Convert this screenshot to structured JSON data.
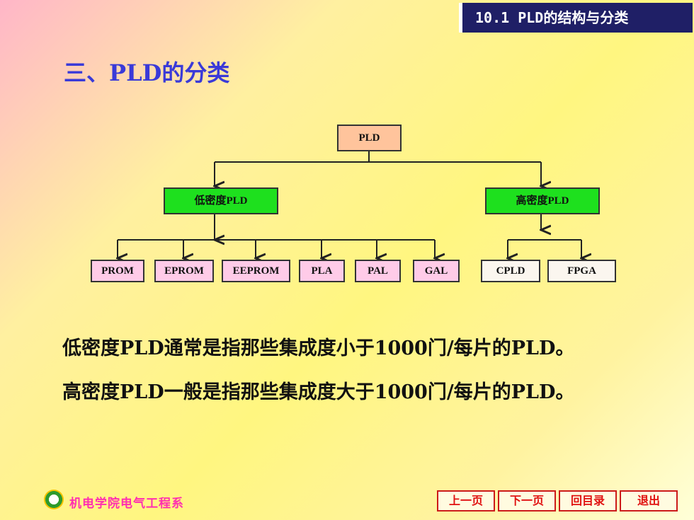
{
  "header": {
    "chapter_tab": "10.1  PLD的结构与分类"
  },
  "section": {
    "title": "三、PLD的分类"
  },
  "tree": {
    "root": "PLD",
    "low_density": "低密度PLD",
    "high_density": "高密度PLD",
    "low_children": [
      "PROM",
      "EPROM",
      "EEPROM",
      "PLA",
      "PAL",
      "GAL"
    ],
    "high_children": [
      "CPLD",
      "FPGA"
    ]
  },
  "body": {
    "line1": "低密度PLD通常是指那些集成度小于1000门/每片的PLD。",
    "line2": "高密度PLD一般是指那些集成度大于1000门/每片的PLD。"
  },
  "footer": {
    "department": "机电学院电气工程系",
    "nav": {
      "prev": "上一页",
      "next": "下一页",
      "toc": "回目录",
      "exit": "退出"
    }
  },
  "colors": {
    "header_bg": "#1f1f66",
    "title": "#3a3ad8",
    "root_box": "#ffc49c",
    "mid_box": "#1ee01e",
    "leaf_pink": "#ffcbe8",
    "nav_text": "#e01010"
  },
  "icons": {
    "logo": "school-emblem-icon"
  }
}
